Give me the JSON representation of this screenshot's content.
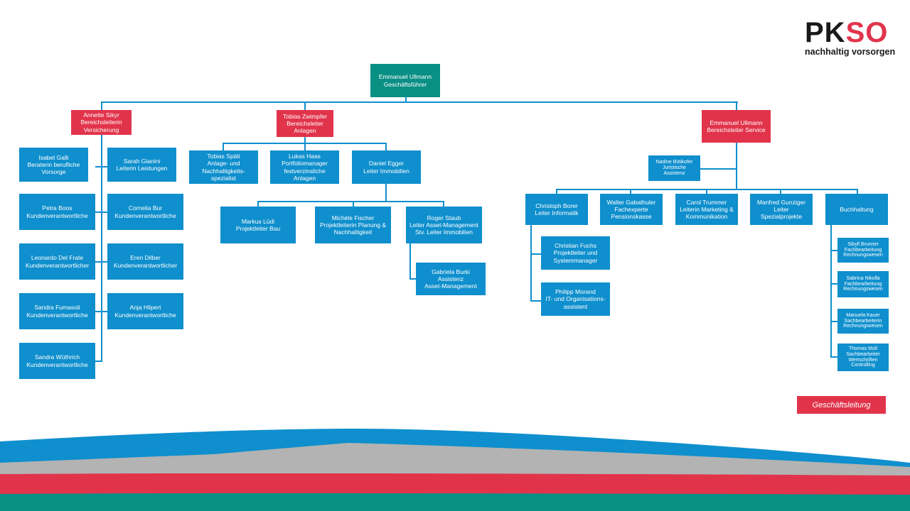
{
  "logo": {
    "pk": "PK",
    "so": "SO",
    "tagline": "nachhaltig vorsorgen"
  },
  "ceo": {
    "name": "Emmanuel Ullmann",
    "title": "Geschäftsführer"
  },
  "versicherung": {
    "head": {
      "name": "Annette Sikyr",
      "title1": "Bereichsleiterin",
      "title2": "Versicherung"
    },
    "left": [
      {
        "name": "Isabel Galli",
        "title1": "Beraterin berufliche",
        "title2": "Vorsorge"
      },
      {
        "name": "Petra Boos",
        "title1": "Kundenverantwortliche"
      },
      {
        "name": "Leonardo Del Frate",
        "title1": "Kundenverantwortlicher"
      },
      {
        "name": "Sandra Fumasoli",
        "title1": "Kundenverantwortliche"
      },
      {
        "name": "Sandra Wüthrich",
        "title1": "Kundenverantwortliche"
      }
    ],
    "right": [
      {
        "name": "Sarah Gianini",
        "title1": "Leiterin Leistungen"
      },
      {
        "name": "Cornelia Bur",
        "title1": "Kundenverantwortliche"
      },
      {
        "name": "Eren Dilber",
        "title1": "Kundenverantwortlicher"
      },
      {
        "name": "Anja Hilpert",
        "title1": "Kundenverantwortliche"
      }
    ]
  },
  "anlagen": {
    "head": {
      "name": "Tobias Zwimpfer",
      "title1": "Bereichsleiter",
      "title2": "Anlagen"
    },
    "members": [
      {
        "name": "Tobias Späti",
        "title1": "Anlage- und",
        "title2": "Nachhaltigkeits-",
        "title3": "spezialist"
      },
      {
        "name": "Lukas Haas",
        "title1": "Portfoliomanager",
        "title2": "festverzinsliche",
        "title3": "Anlagen"
      },
      {
        "name": "Daniel Egger",
        "title1": "Leiter Immobilien"
      }
    ],
    "immobilien": [
      {
        "name": "Markus Lüdi",
        "title1": "Projektleiter Bau"
      },
      {
        "name": "Michèle Fischer",
        "title1": "Projektleiterin Planung &",
        "title2": "Nachhaltigkeit"
      },
      {
        "name": "Roger Staub",
        "title1": "Leiter Asset-Management",
        "title2": "Stv. Leiter Immobilien"
      }
    ],
    "assistenz": {
      "name": "Gabriela Burki",
      "title1": "Assistenz",
      "title2": "Asset-Management"
    }
  },
  "service": {
    "head": {
      "name": "Emmanuel Ullmann",
      "title1": "Bereichsleiter Service"
    },
    "staff": {
      "name": "Nadine Bütikofer",
      "title1": "Juristische",
      "title2": "Assistenz"
    },
    "units": [
      {
        "name": "Christoph Borer",
        "title1": "Leiter Informatik"
      },
      {
        "name": "Walter Gabathuler",
        "title1": "Fachexperte",
        "title2": "Pensionskasse"
      },
      {
        "name": "Carol Trummer",
        "title1": "Leiterin Marketing &",
        "title2": "Kommunikation"
      },
      {
        "name": "Manfred Gunziger",
        "title1": "Leiter",
        "title2": "Spezialprojekte"
      },
      {
        "name": "Buchhaltung"
      }
    ],
    "informatik": [
      {
        "name": "Christian Fuchs",
        "title1": "Projektleiter und",
        "title2": "Systemmanager"
      },
      {
        "name": "Philipp Morand",
        "title1": "IT- und Organisations-",
        "title2": "assistent"
      }
    ],
    "buchhaltung": [
      {
        "name": "Sibyll Brunner",
        "title1": "Fachbearbeitung",
        "title2": "Rechnungswesen"
      },
      {
        "name": "Sabrina Nikolla",
        "title1": "Fachbearbeitung",
        "title2": "Rechnungswesen"
      },
      {
        "name": "Manuela Kauer",
        "title1": "Sachbearbeiterin",
        "title2": "Rechnungswesen"
      },
      {
        "name": "Thomas Moll",
        "title1": "Sachbearbeiter",
        "title2": "Wertschriften",
        "title3": "Controlling"
      }
    ]
  },
  "legend": {
    "label": "Geschäftsleitung"
  },
  "colors": {
    "blue": "#0f8fcd",
    "red": "#e1344b",
    "teal": "#0a8f85",
    "grey": "#b3b3b3"
  }
}
